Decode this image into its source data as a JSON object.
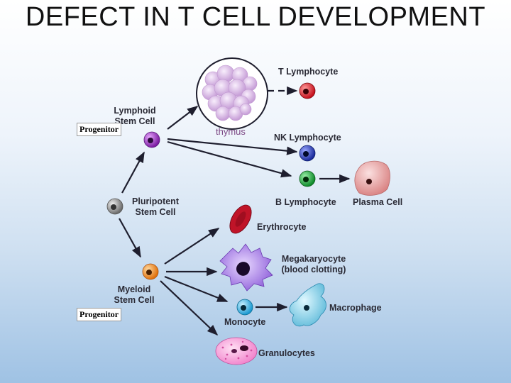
{
  "title": "DEFECT IN T CELL DEVELOPMENT",
  "labels": {
    "t_lymphocyte": "T Lymphocyte",
    "lymphoid_stem_cell": "Lymphoid Stem Cell",
    "thymus": "thymus",
    "nk_lymphocyte": "NK Lymphocyte",
    "pluripotent_stem_cell": "Pluripotent Stem Cell",
    "b_lymphocyte": "B Lymphocyte",
    "plasma_cell": "Plasma Cell",
    "erythrocyte": "Erythrocyte",
    "megakaryocyte": "Megakaryocyte (blood clotting)",
    "myeloid_stem_cell": "Myeloid Stem Cell",
    "macrophage": "Macrophage",
    "monocyte": "Monocyte",
    "granulocytes": "Granulocytes"
  },
  "annotations": {
    "progenitor_top": "Progenitor",
    "progenitor_bottom": "Progenitor"
  },
  "colors": {
    "t_cell": "#e0202a",
    "nk_cell": "#2a3fb8",
    "b_cell": "#1aa43a",
    "lymphoid": "#9a3ab8",
    "myeloid": "#f08a1e",
    "pluripotent": "#8a8a8a",
    "monocyte": "#2ab0e0",
    "erythrocyte": "#b8142a",
    "thymus": "#e2c8ec"
  }
}
